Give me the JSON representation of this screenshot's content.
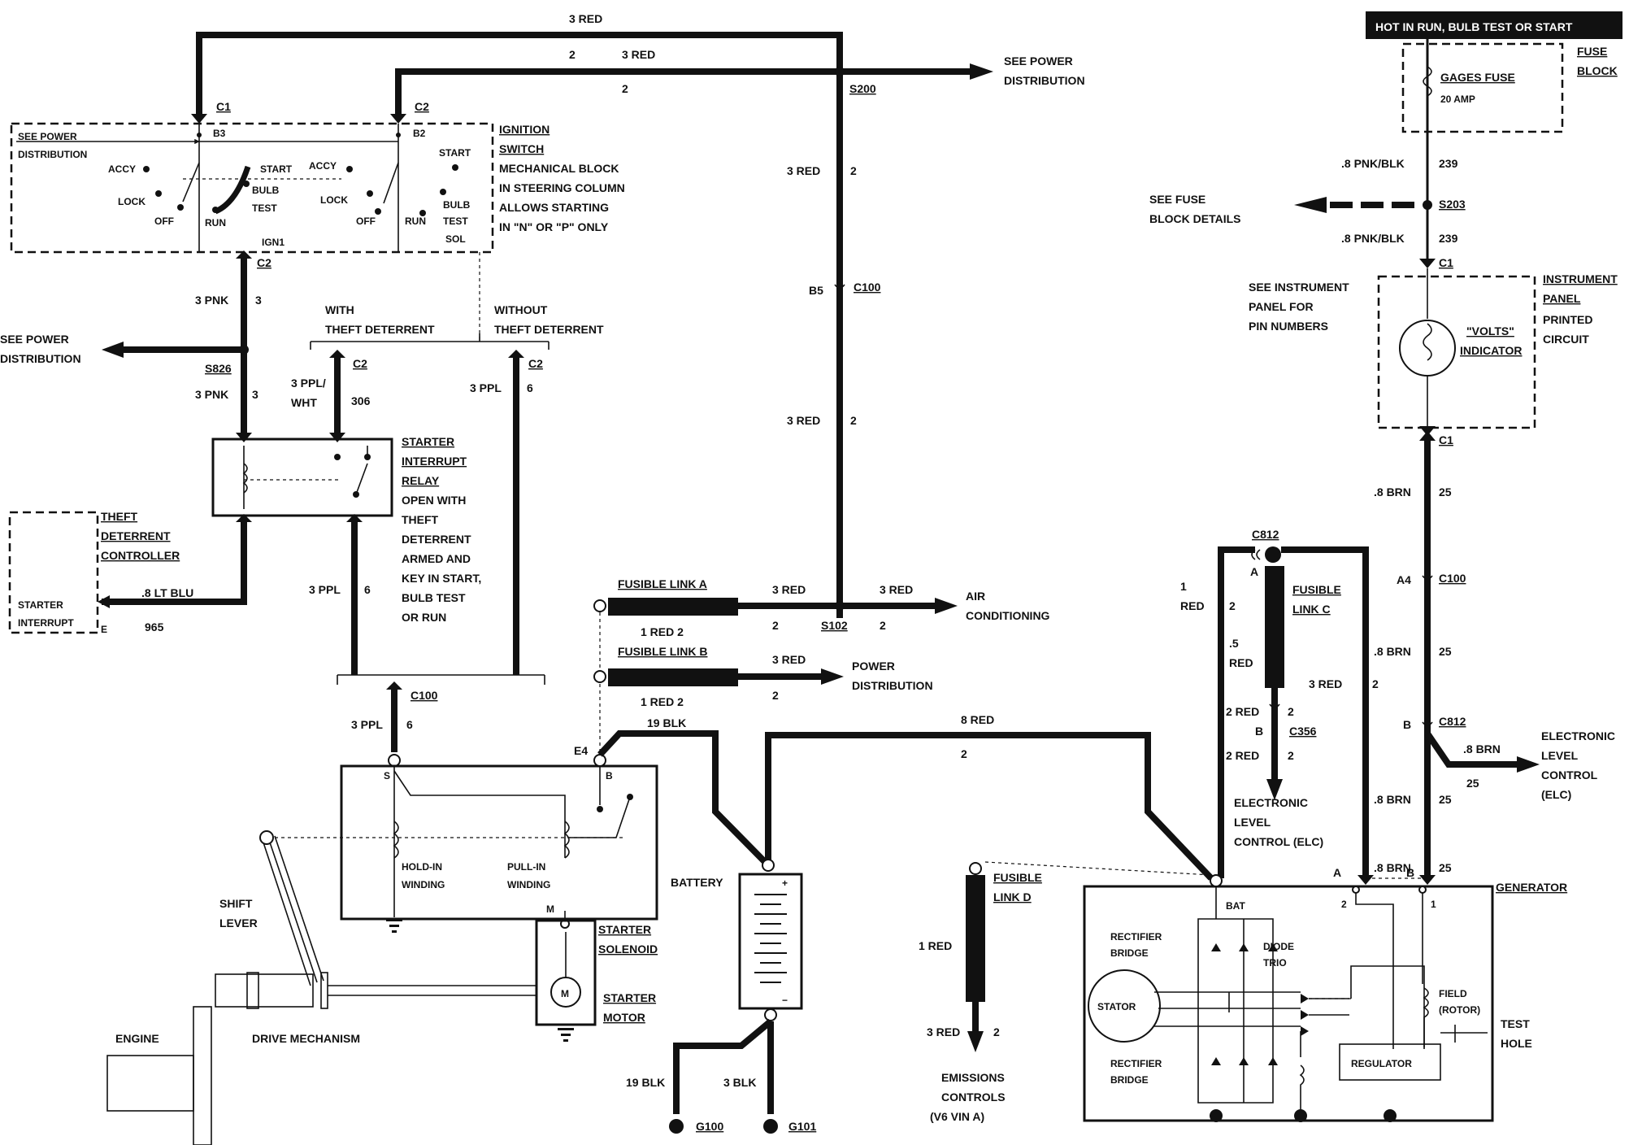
{
  "banner": "HOT IN RUN, BULB TEST OR START",
  "fuse_block": {
    "label1": "FUSE",
    "label2": "BLOCK",
    "fuse_name": "GAGES FUSE",
    "fuse_rating": "20 AMP"
  },
  "wires": {
    "red3_top": "3 RED",
    "red3_b": "3 RED",
    "ckt2_a": "2",
    "ckt2_b": "2",
    "red3_s200a": "3 RED",
    "ckt2_c": "2",
    "red3_c100": "3 RED",
    "ckt2_d": "2",
    "pnk3_a": "3 PNK",
    "ckt3_a": "3",
    "pnk3_b": "3 PNK",
    "ckt3_b": "3",
    "pplwht_1": "3 PPL/",
    "pplwht_2": "WHT",
    "ckt306": "306",
    "ppl3_a": "3 PPL",
    "ckt6_a": "6",
    "ppl3_b": "3 PPL",
    "ckt6_b": "6",
    "ppl3_c": "3 PPL",
    "ckt6_c": "6",
    "ltblu": ".8 LT BLU",
    "ckt965": "965",
    "red3_fla": "3 RED",
    "ckt2_fla": "2",
    "red3_ac": "3 RED",
    "ckt2_ac": "2",
    "red1_a": "1 RED 2",
    "red3_flb": "3 RED",
    "ckt2_flb": "2",
    "red1_b": "1 RED 2",
    "blk19": "19 BLK",
    "red8": "8 RED",
    "ckt2_8red": "2",
    "blk19_g": "19 BLK",
    "blk3_g": "3 BLK",
    "pnkblk_a": ".8 PNK/BLK",
    "ckt239_a": "239",
    "pnkblk_b": ".8 PNK/BLK",
    "ckt239_b": "239",
    "brn_a": ".8 BRN",
    "ckt25_a": "25",
    "brn_b": ".8 BRN",
    "ckt25_b": "25",
    "brn_c": ".8 BRN",
    "ckt25_c": "25",
    "brn_d": ".8 BRN",
    "ckt25_d": "25",
    "brn_elc": ".8 BRN",
    "ckt25_elc": "25",
    "red1_fc_1": "1",
    "red1_fc_2": "RED",
    "ckt2_fc": "2",
    "red5_1": ".5",
    "red5_2": "RED",
    "red2_a": "2 RED",
    "ckt2_r2a": "2",
    "red2_b": "2 RED",
    "ckt2_r2b": "2",
    "red3_gen": "3 RED",
    "ckt2_gen": "2",
    "red1_fld": "1 RED",
    "red3_em": "3 RED",
    "ckt2_em": "2"
  },
  "connectors": {
    "c1_ign": "C1",
    "c2_ign": "C2",
    "b3": "B3",
    "b2": "B2",
    "c2_ign1": "C2",
    "ign1": "IGN1",
    "sol": "SOL",
    "s826": "S826",
    "s200": "S200",
    "b5": "B5",
    "c100_red": "C100",
    "c2_ppl": "C2",
    "c2_ppl6": "C2",
    "c100_ppl": "C100",
    "s102": "S102",
    "e4": "E4",
    "s203": "S203",
    "c1_ip": "C1",
    "c1_ip2": "C1",
    "a4": "A4",
    "c100_brn": "C100",
    "c812_brn": "C812",
    "b_c812": "B",
    "c812_top": "C812",
    "a_c812": "A",
    "b_c356": "B",
    "c356": "C356",
    "g100": "G100",
    "g101": "G101",
    "e_tdc": "E"
  },
  "labels": {
    "see_power_dist_top_1": "SEE POWER",
    "see_power_dist_top_2": "DISTRIBUTION",
    "see_power_dist_left_1": "SEE POWER",
    "see_power_dist_left_2": "DISTRIBUTION",
    "ign_see_1": "SEE POWER",
    "ign_see_2": "DISTRIBUTION",
    "ign_title_1": "IGNITION",
    "ign_title_2": "SWITCH",
    "ign_desc_1": "MECHANICAL BLOCK",
    "ign_desc_2": "IN STEERING COLUMN",
    "ign_desc_3": "ALLOWS STARTING",
    "ign_desc_4": "IN \"N\" OR \"P\" ONLY",
    "accy_a": "ACCY",
    "lock_a": "LOCK",
    "off_a": "OFF",
    "run_a": "RUN",
    "start_a": "START",
    "bulb_a": "BULB",
    "test_a": "TEST",
    "accy_b": "ACCY",
    "lock_b": "LOCK",
    "off_b": "OFF",
    "run_b": "RUN",
    "start_b": "START",
    "bulb_b": "BULB",
    "test_b": "TEST",
    "with_td_1": "WITH",
    "with_td_2": "THEFT DETERRENT",
    "without_td_1": "WITHOUT",
    "without_td_2": "THEFT DETERRENT",
    "sir_1": "STARTER",
    "sir_2": "INTERRUPT",
    "sir_3": "RELAY",
    "sir_d1": "OPEN WITH",
    "sir_d2": "THEFT",
    "sir_d3": "DETERRENT",
    "sir_d4": "ARMED AND",
    "sir_d5": "KEY IN START,",
    "sir_d6": "BULB TEST",
    "sir_d7": "OR RUN",
    "tdc_1": "THEFT",
    "tdc_2": "DETERRENT",
    "tdc_3": "CONTROLLER",
    "tdc_in_1": "STARTER",
    "tdc_in_2": "INTERRUPT",
    "fusible_a": "FUSIBLE LINK A",
    "fusible_b": "FUSIBLE LINK B",
    "fusible_c_1": "FUSIBLE",
    "fusible_c_2": "LINK C",
    "fusible_d_1": "FUSIBLE",
    "fusible_d_2": "LINK D",
    "ac_1": "AIR",
    "ac_2": "CONDITIONING",
    "pd_1": "POWER",
    "pd_2": "DISTRIBUTION",
    "hold_1": "HOLD-IN",
    "hold_2": "WINDING",
    "pull_1": "PULL-IN",
    "pull_2": "WINDING",
    "sol_s": "S",
    "sol_b": "B",
    "sol_m": "M",
    "starter_sol_1": "STARTER",
    "starter_sol_2": "SOLENOID",
    "starter_mot_1": "STARTER",
    "starter_mot_2": "MOTOR",
    "motor_m": "M",
    "shift_1": "SHIFT",
    "shift_2": "LEVER",
    "engine": "ENGINE",
    "drive": "DRIVE MECHANISM",
    "battery": "BATTERY",
    "bat_plus": "+",
    "bat_minus": "−",
    "see_fuse_1": "SEE FUSE",
    "see_fuse_2": "BLOCK DETAILS",
    "see_ip_1": "SEE INSTRUMENT",
    "see_ip_2": "PANEL FOR",
    "see_ip_3": "PIN NUMBERS",
    "ip_1": "INSTRUMENT",
    "ip_2": "PANEL",
    "ip_3": "PRINTED",
    "ip_4": "CIRCUIT",
    "volts_1": "\"VOLTS\"",
    "volts_2": "INDICATOR",
    "elc_r_1": "ELECTRONIC",
    "elc_r_2": "LEVEL",
    "elc_r_3": "CONTROL",
    "elc_r_4": "(ELC)",
    "elc_c_1": "ELECTRONIC",
    "elc_c_2": "LEVEL",
    "elc_c_3": "CONTROL (ELC)",
    "em_1": "EMISSIONS",
    "em_2": "CONTROLS",
    "em_3": "(V6 VIN A)",
    "generator": "GENERATOR",
    "gen_bat": "BAT",
    "gen_a": "A",
    "gen_b": "B",
    "gen_2": "2",
    "gen_1": "1",
    "rect_1a": "RECTIFIER",
    "rect_1b": "BRIDGE",
    "rect_2a": "RECTIFIER",
    "rect_2b": "BRIDGE",
    "diode_1": "DIODE",
    "diode_2": "TRIO",
    "stator": "STATOR",
    "field_1": "FIELD",
    "field_2": "(ROTOR)",
    "regulator": "REGULATOR",
    "test_1": "TEST",
    "test_2": "HOLE"
  }
}
